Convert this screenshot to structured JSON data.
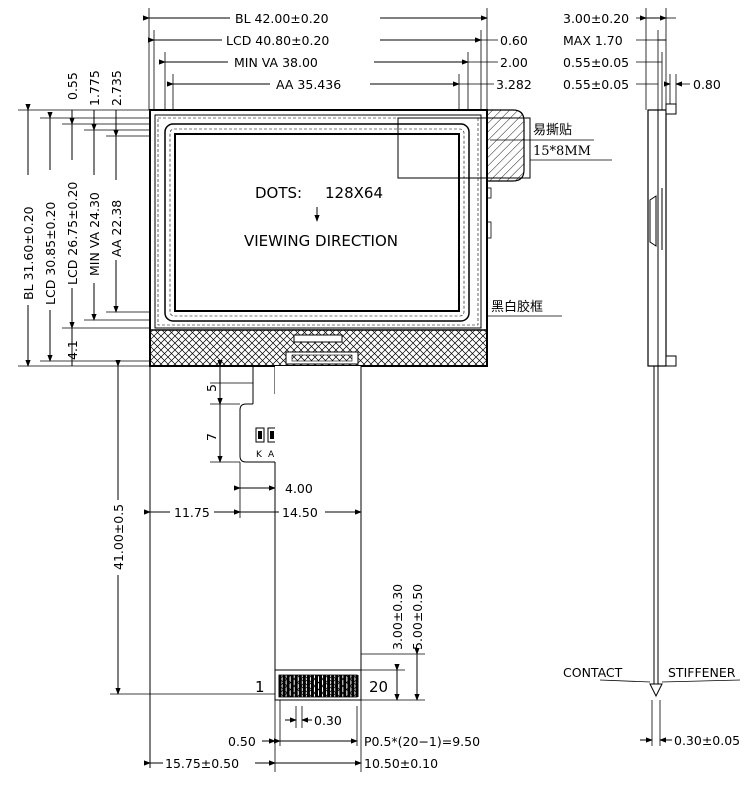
{
  "top_dims": {
    "bl": "BL  42.00±0.20",
    "lcd": "LCD  40.80±0.20",
    "min_va": "MIN  VA  38.00",
    "aa": "AA  35.436",
    "r1": "0.60",
    "r2": "2.00",
    "r3": "3.282"
  },
  "left_dims": {
    "d055": "0.55",
    "d1775": "1.775",
    "d2735": "2.735",
    "bl": "BL  31.60±0.20",
    "lcd": "LCD  30.85±0.20",
    "lcd2": "LCD  26.75±0.20",
    "min_va": "MIN  VA  24.30",
    "aa": "AA  22.38",
    "d41": "4.1",
    "fpc_len": "41.00±0.5",
    "d5": "5",
    "d7": "7"
  },
  "display": {
    "dots_label": "DOTS:",
    "dots_value": "128X64",
    "viewing": "VIEWING  DIRECTION"
  },
  "callouts": {
    "tab_cn": "易撕贴",
    "tab_size": "15*8MM",
    "frame_cn": "黑白胶框"
  },
  "fpc_dims": {
    "d400": "4.00",
    "d1175": "11.75",
    "d1450": "14.50",
    "d300": "3.00±0.30",
    "d500": "5.00±0.50",
    "pin1": "1",
    "pin20": "20",
    "d030": "0.30",
    "d050": "0.50",
    "pitch": "P0.5*(20−1)=9.50",
    "d1575": "15.75±0.50",
    "d1050": "10.50±0.10",
    "led_k": "K",
    "led_a": "A"
  },
  "side_dims": {
    "thk": "3.00±0.20",
    "max": "MAX  1.70",
    "d055a": "0.55±0.05",
    "d055b": "0.55±0.05",
    "d080": "0.80",
    "contact": "CONTACT",
    "stiffener": "STIFFENER",
    "d030": "0.30±0.05"
  }
}
